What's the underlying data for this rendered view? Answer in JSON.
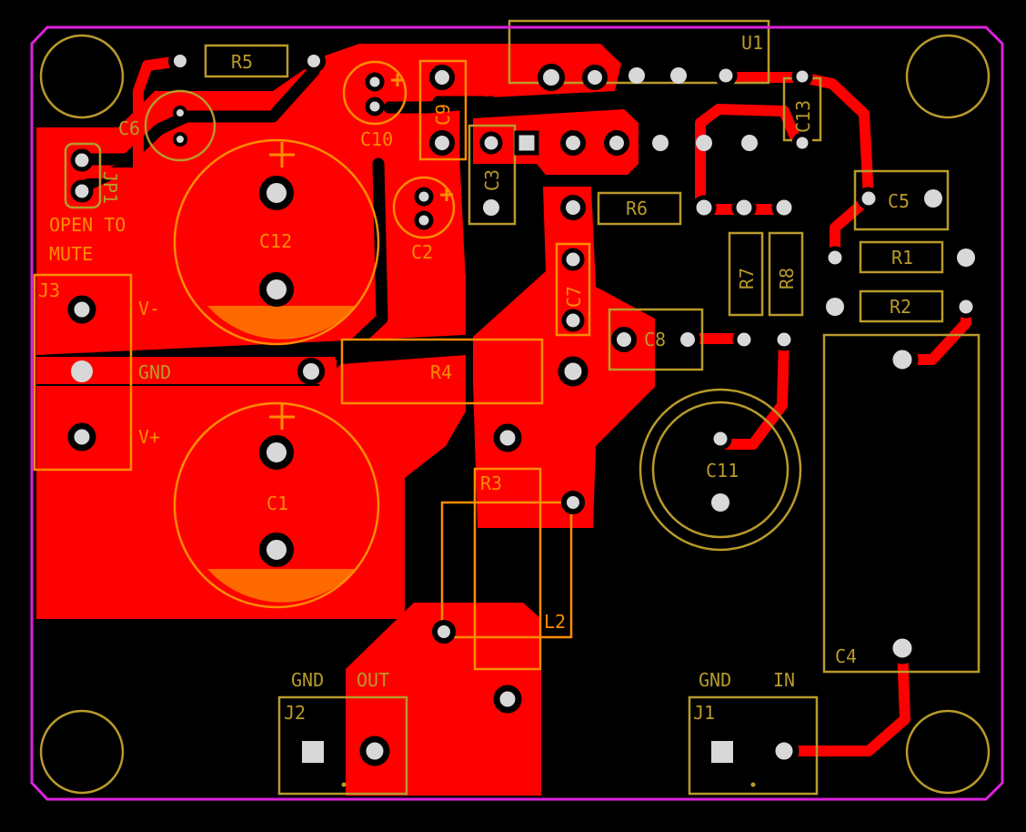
{
  "colors": {
    "background": "#000000",
    "copper": "#ff0000",
    "silk": "#b89a2a",
    "silk_on_copper": "#ff8c00",
    "outline": "#dd22dd",
    "pad": "#d8d8d8"
  },
  "labels": {
    "u1": "U1",
    "r5": "R5",
    "c6": "C6",
    "c10": "C10",
    "c9": "C9",
    "c3": "C3",
    "c13": "C13",
    "c5": "C5",
    "r1": "R1",
    "r2": "R2",
    "r6": "R6",
    "r7": "R7",
    "r8": "R8",
    "jp1": "JP1",
    "mute_line1": "OPEN TO",
    "mute_line2": "MUTE",
    "c12": "C12",
    "c2": "C2",
    "j3": "J3",
    "vminus": "V-",
    "gnd_j3": "GND",
    "vplus": "V+",
    "r4": "R4",
    "c7": "C7",
    "c8": "C8",
    "c11": "C11",
    "c1": "C1",
    "r3": "R3",
    "l2": "L2",
    "c4": "C4",
    "j2_gnd": "GND",
    "j2_out": "OUT",
    "j2": "J2",
    "j1_gnd": "GND",
    "j1_in": "IN",
    "j1": "J1"
  }
}
